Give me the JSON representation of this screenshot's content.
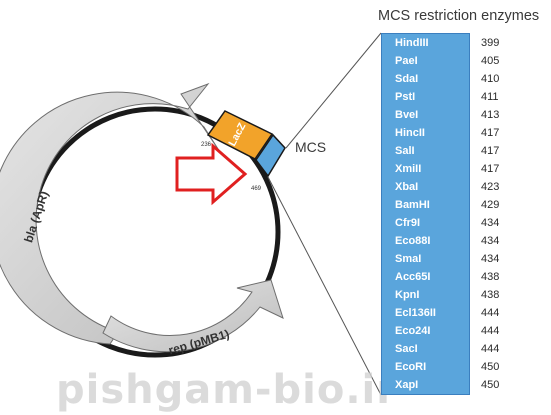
{
  "figure": {
    "mcs_title": "MCS restriction enzymes",
    "mcs_label": "MCS",
    "lacz_label": "LacZ",
    "bla_label": "bla (ApR)",
    "rep_label": "rep (pMB1)",
    "lacz_start": "236",
    "lacz_end": "469",
    "watermark": "pishgam-bio.ir"
  },
  "enzymes": [
    {
      "name": "HindIII",
      "position": "399"
    },
    {
      "name": "PaeI",
      "position": "405"
    },
    {
      "name": "SdaI",
      "position": "410"
    },
    {
      "name": "PstI",
      "position": "411"
    },
    {
      "name": "BveI",
      "position": "413"
    },
    {
      "name": "HincII",
      "position": "417"
    },
    {
      "name": "SalI",
      "position": "417"
    },
    {
      "name": "XmiII",
      "position": "417"
    },
    {
      "name": "XbaI",
      "position": "423"
    },
    {
      "name": "BamHI",
      "position": "429"
    },
    {
      "name": "Cfr9I",
      "position": "434"
    },
    {
      "name": "Eco88I",
      "position": "434"
    },
    {
      "name": "SmaI",
      "position": "434"
    },
    {
      "name": "Acc65I",
      "position": "438"
    },
    {
      "name": "KpnI",
      "position": "438"
    },
    {
      "name": "Ecl136II",
      "position": "444"
    },
    {
      "name": "Eco24I",
      "position": "444"
    },
    {
      "name": "SacI",
      "position": "444"
    },
    {
      "name": "EcoRI",
      "position": "450"
    },
    {
      "name": "XapI",
      "position": "450"
    }
  ],
  "colors": {
    "lacz": "#f2a32a",
    "mcs": "#5aa5dc",
    "arrow_fill": "#cccccc",
    "pointer": "#e02020"
  }
}
